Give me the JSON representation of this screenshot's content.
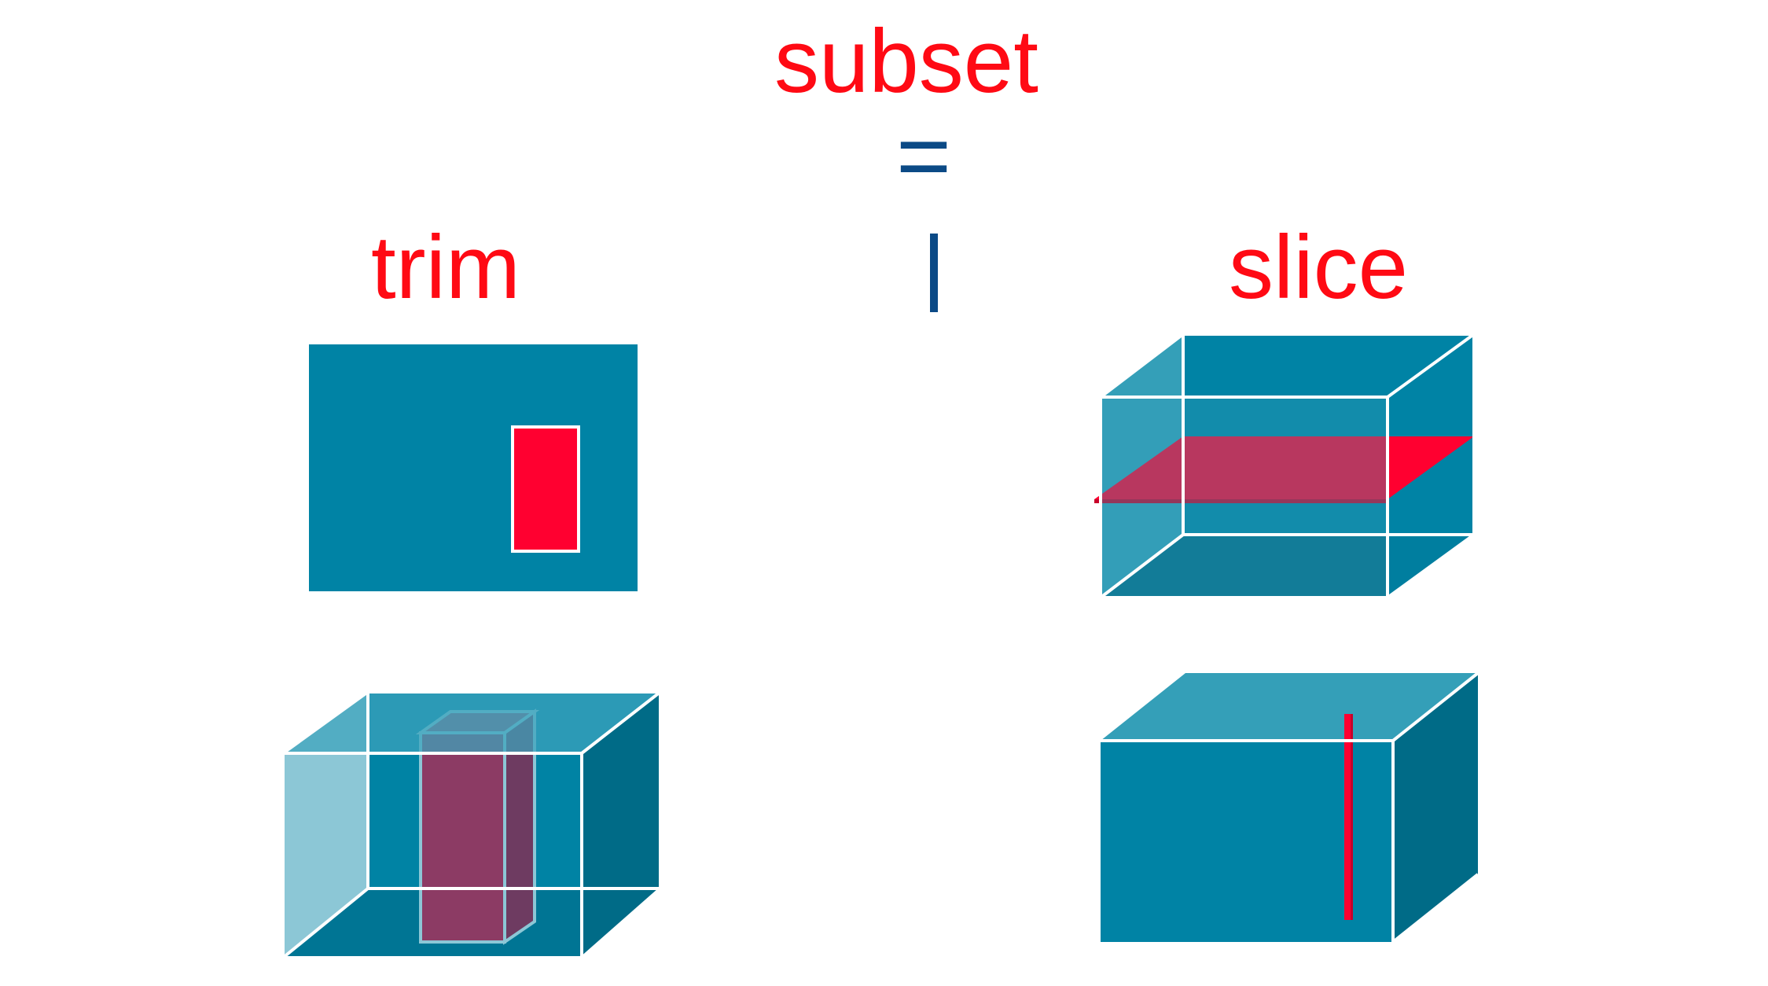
{
  "diagram": {
    "title": "subset",
    "equals_symbol": "=",
    "separator_symbol": "|",
    "left_label": "trim",
    "right_label": "slice"
  },
  "colors": {
    "red_text": "#ff0a14",
    "operator_blue": "#0b4a86",
    "cube_front": "#0083a5",
    "cube_top": "#349fb8",
    "cube_side": "#006b87",
    "cube_bottom": "#006b87",
    "subset_red": "#ff0030",
    "subset_red_dark": "#c8002a",
    "edge_white": "#ffffff"
  },
  "figures": [
    {
      "name": "trim-2d-rectangle",
      "shows": "2D extent with trimmed sub-rectangle"
    },
    {
      "name": "trim-3d-cube",
      "shows": "3D cube with trimmed sub-box"
    },
    {
      "name": "slice-3d-plane",
      "shows": "3D cube with horizontal slice plane"
    },
    {
      "name": "slice-3d-line",
      "shows": "3D cube with vertical line slice"
    }
  ]
}
